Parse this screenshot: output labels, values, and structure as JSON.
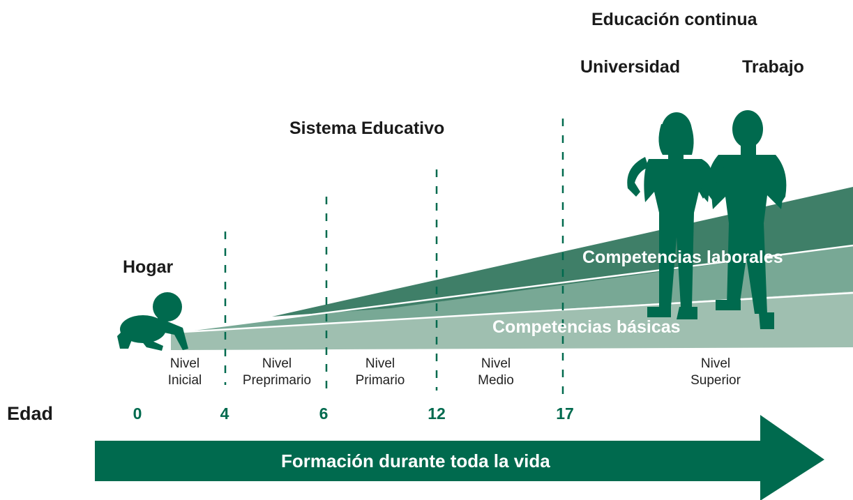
{
  "colors": {
    "primary": "#006a4e",
    "band_dark": "#3f7f68",
    "band_mid": "#78a895",
    "band_light": "#9fbfb0"
  },
  "titles": {
    "continuing_education": "Educación continua",
    "university": "Universidad",
    "work": "Trabajo",
    "education_system": "Sistema Educativo",
    "home": "Hogar"
  },
  "bands": {
    "labor": "Competencias laborales",
    "basic": "Competencias básicas"
  },
  "levels": [
    {
      "line1": "Nivel",
      "line2": "Inicial"
    },
    {
      "line1": "Nivel",
      "line2": "Preprimario"
    },
    {
      "line1": "Nivel",
      "line2": "Primario"
    },
    {
      "line1": "Nivel",
      "line2": "Medio"
    },
    {
      "line1": "Nivel",
      "line2": "Superior"
    }
  ],
  "ages": {
    "label": "Edad",
    "values": [
      "0",
      "4",
      "6",
      "12",
      "17"
    ]
  },
  "arrow_label": "Formación durante toda la vida",
  "icons": [
    "baby-crawling-icon",
    "woman-silhouette-icon",
    "man-silhouette-icon"
  ]
}
